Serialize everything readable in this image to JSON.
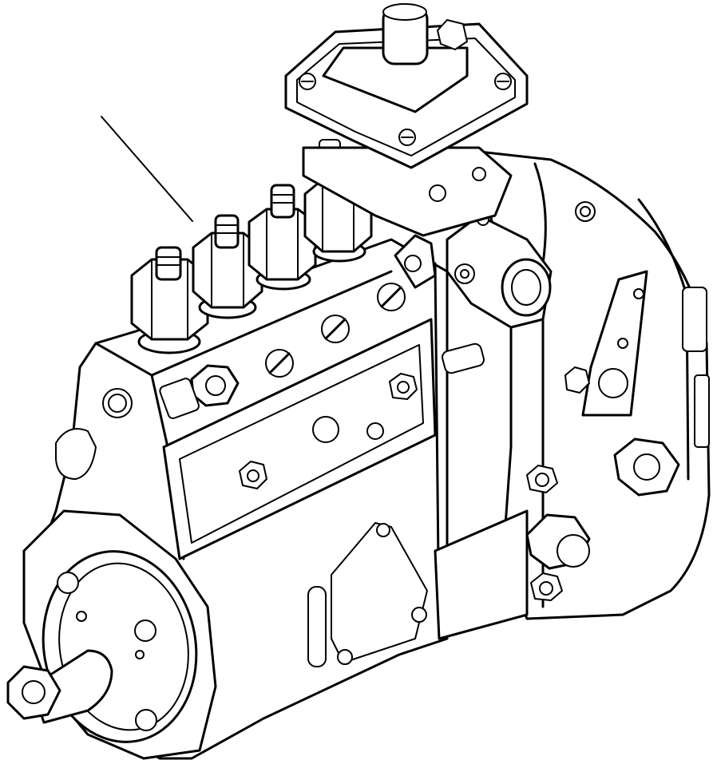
{
  "diagram": {
    "subject": "fuel-injection-pump",
    "style": "black line art on white",
    "colors": {
      "line": "#000000",
      "background": "#ffffff"
    },
    "callouts": [
      {
        "target": "delivery-valve-holders",
        "label": ""
      }
    ],
    "delivery_valve_holder_count": 4
  }
}
